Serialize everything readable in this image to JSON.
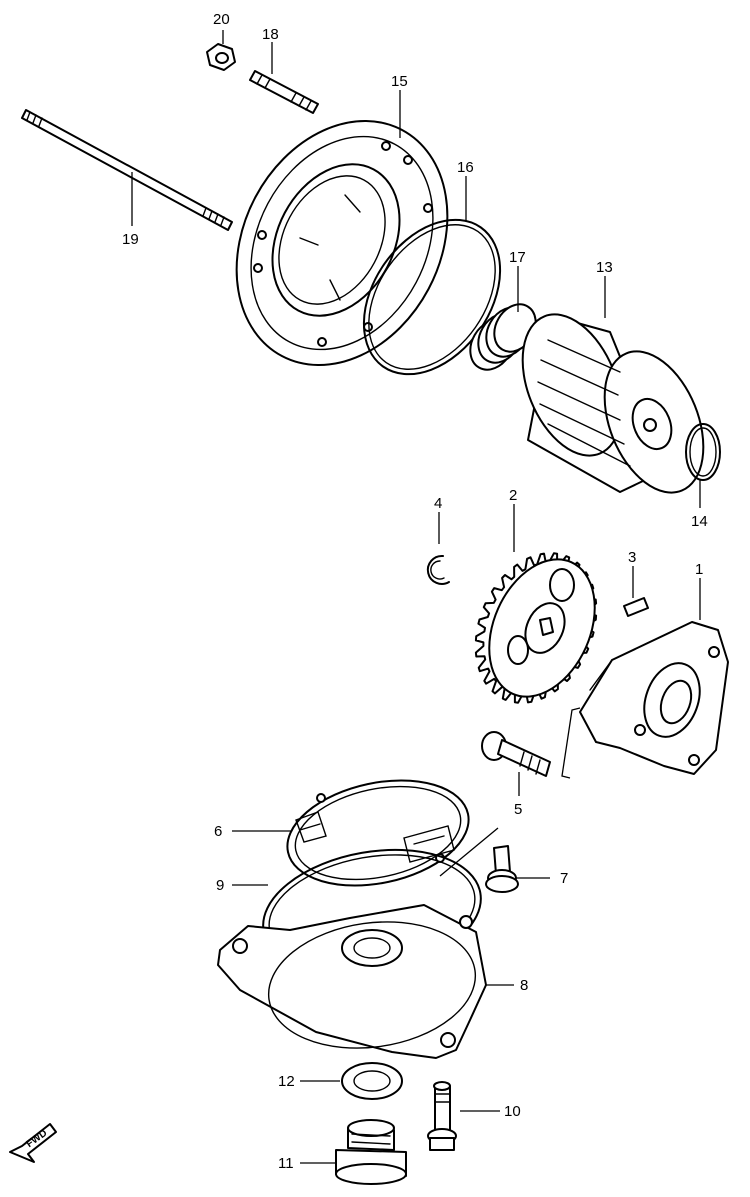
{
  "diagram": {
    "callouts": [
      {
        "id": "c1",
        "text": "1"
      },
      {
        "id": "c2",
        "text": "2"
      },
      {
        "id": "c3",
        "text": "3"
      },
      {
        "id": "c4",
        "text": "4"
      },
      {
        "id": "c5",
        "text": "5"
      },
      {
        "id": "c6",
        "text": "6"
      },
      {
        "id": "c7",
        "text": "7"
      },
      {
        "id": "c8",
        "text": "8"
      },
      {
        "id": "c9",
        "text": "9"
      },
      {
        "id": "c10",
        "text": "10"
      },
      {
        "id": "c11",
        "text": "11"
      },
      {
        "id": "c12",
        "text": "12"
      },
      {
        "id": "c13",
        "text": "13"
      },
      {
        "id": "c14",
        "text": "14"
      },
      {
        "id": "c15",
        "text": "15"
      },
      {
        "id": "c16",
        "text": "16"
      },
      {
        "id": "c17",
        "text": "17"
      },
      {
        "id": "c18",
        "text": "18"
      },
      {
        "id": "c19",
        "text": "19"
      },
      {
        "id": "c20",
        "text": "20"
      }
    ],
    "direction_badge": "FWD",
    "line_color": "#000000",
    "background_color": "#ffffff"
  }
}
